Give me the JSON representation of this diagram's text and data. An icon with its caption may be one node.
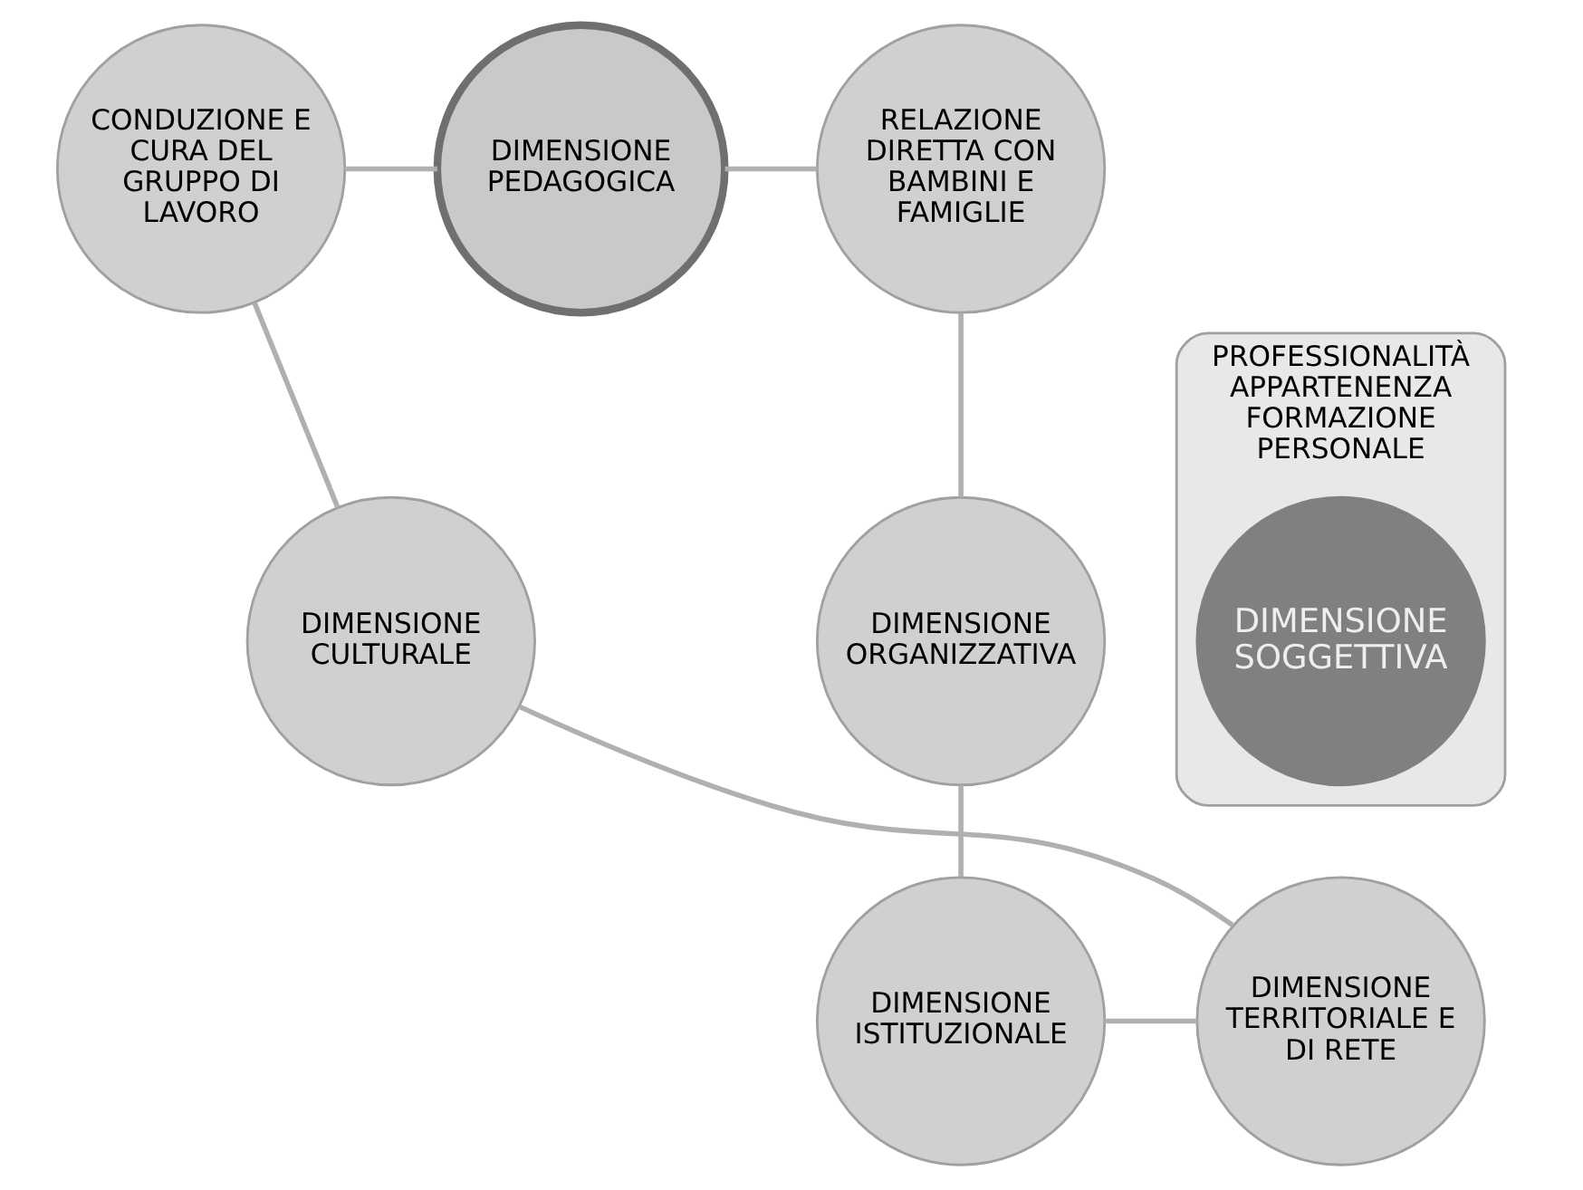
{
  "diagram": {
    "nodes": [
      {
        "text": [
          "DIMENSIONE PEDAGOGICA"
        ]
      },
      {
        "text": [
          "RELAZIONE DIRETTA CON BAMBINI E FAMIGLIE"
        ]
      },
      {
        "text": [
          "DIMENSIONE ORGANIZZATIVA"
        ]
      },
      {
        "text": [
          "DIMENSIONE ISTITUZIONALE"
        ]
      },
      {
        "text": [
          "DIMENSIONE TERRITORIALE E DI RETE"
        ]
      },
      {
        "text": [
          "DIMENSIONE CULTURALE"
        ]
      },
      {
        "text": [
          "CONDUZIONE E CURA DEL GRUPPO DI LAVORO"
        ]
      },
      {
        "text": [
          "PROFESSIONALITÀ",
          "APPARTENENZA",
          "FORMAZIONE PERSONALE"
        ]
      },
      {
        "text": [
          "DIMENSIONE SOGGETTIVA"
        ],
        "in": 7
      }
    ],
    "edges": [
      {
        "from": 0,
        "to": 1,
        "arrow": "none"
      },
      {
        "from": 1,
        "to": 2,
        "arrow": "none"
      },
      {
        "from": 2,
        "to": 3,
        "arrow": "none"
      },
      {
        "from": 3,
        "to": 4,
        "arrow": "none"
      },
      {
        "from": 4,
        "to": 5,
        "arrow": "none"
      },
      {
        "from": 5,
        "to": 6,
        "arrow": "none"
      },
      {
        "from": 6,
        "to": 0,
        "arrow": "none"
      }
    ]
  }
}
